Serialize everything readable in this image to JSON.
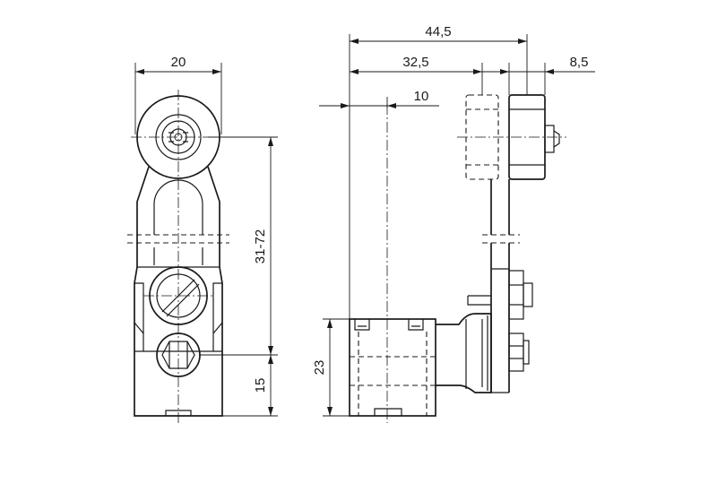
{
  "dimensions": {
    "width_roller": "20",
    "arm_length": "31-72",
    "lower_offset": "15",
    "overall_width": "44,5",
    "shaft_to_lever": "32,5",
    "roller_width": "8,5",
    "body_offset": "10",
    "body_height": "23"
  },
  "colors": {
    "line": "#1a1a1a",
    "background": "#ffffff"
  }
}
